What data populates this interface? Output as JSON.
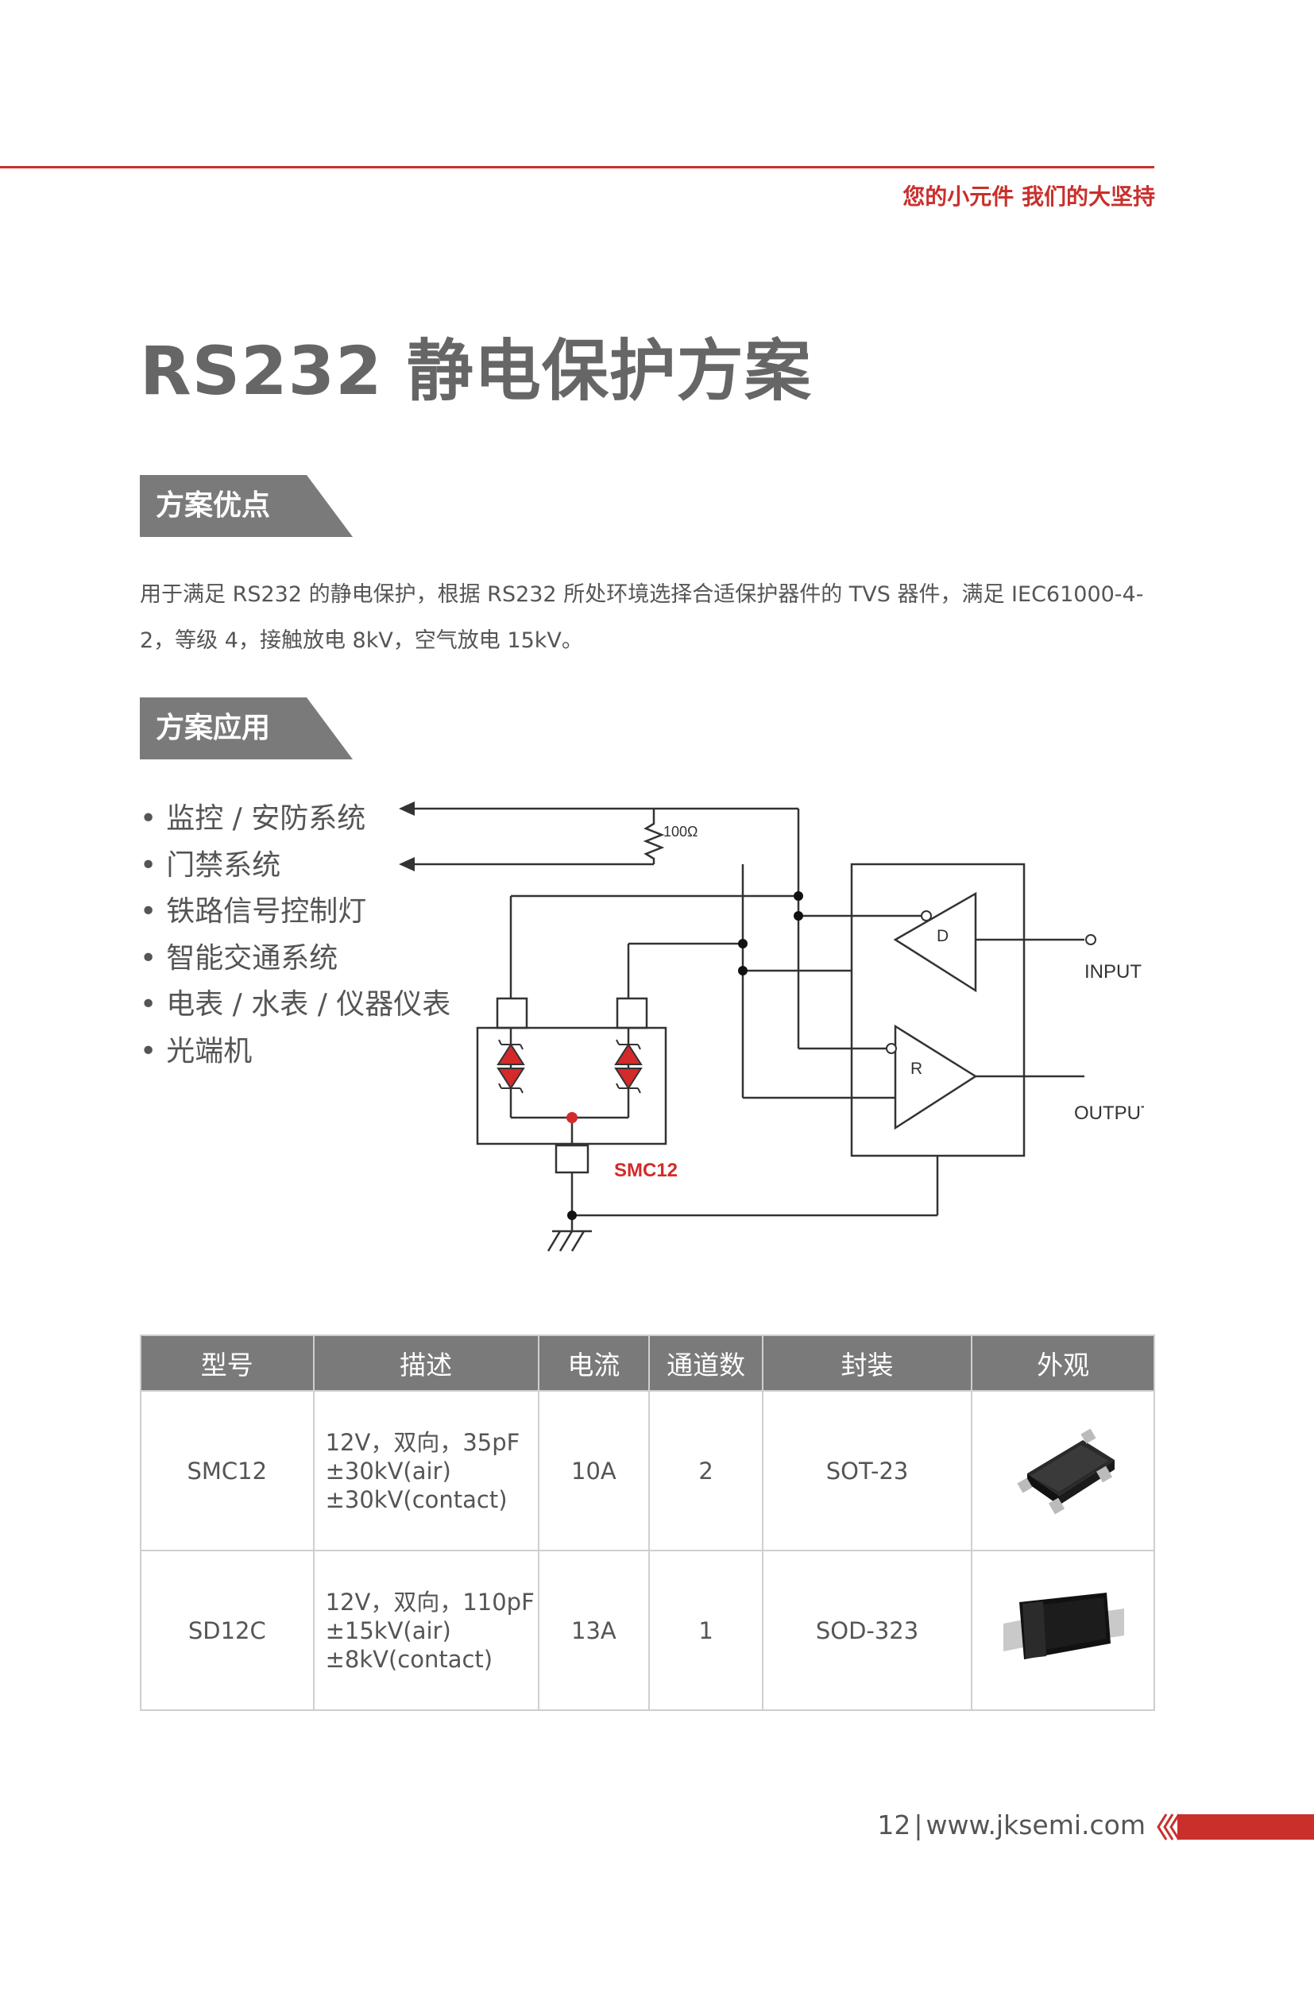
{
  "header": {
    "slogan": "您的小元件 我们的大坚持"
  },
  "title": "RS232 静电保护方案",
  "section1": {
    "tag": "方案优点",
    "text": "用于满足 RS232 的静电保护，根据 RS232 所处环境选择合适保护器件的 TVS 器件，满足 IEC61000-4-2，等级 4，接触放电 8kV，空气放电 15kV。"
  },
  "section2": {
    "tag": "方案应用",
    "items": [
      "监控 / 安防系统",
      "门禁系统",
      "铁路信号控制灯",
      "智能交通系统",
      "电表 / 水表 / 仪器仪表",
      "光端机"
    ]
  },
  "schematic": {
    "resistor_label": "100Ω",
    "driver_label": "D",
    "receiver_label": "R",
    "input_label": "INPUT",
    "output_label": "OUTPUT",
    "device_label": "SMC12",
    "accent_color": "#d42a2a"
  },
  "table": {
    "headers": [
      "型号",
      "描述",
      "电流",
      "通道数",
      "封装",
      "外观"
    ],
    "rows": [
      {
        "model": "SMC12",
        "desc": [
          "12V，双向，35pF",
          "±30kV(air)",
          "±30kV(contact)"
        ],
        "current": "10A",
        "channels": "2",
        "package": "SOT-23"
      },
      {
        "model": "SD12C",
        "desc": [
          "12V，双向，110pF",
          "±15kV(air)",
          "±8kV(contact)"
        ],
        "current": "13A",
        "channels": "1",
        "package": "SOD-323"
      }
    ]
  },
  "footer": {
    "page": "12",
    "website": "www.jksemi.com"
  },
  "colors": {
    "brand_red": "#c9302c",
    "tag_gray": "#7a7a7a"
  }
}
